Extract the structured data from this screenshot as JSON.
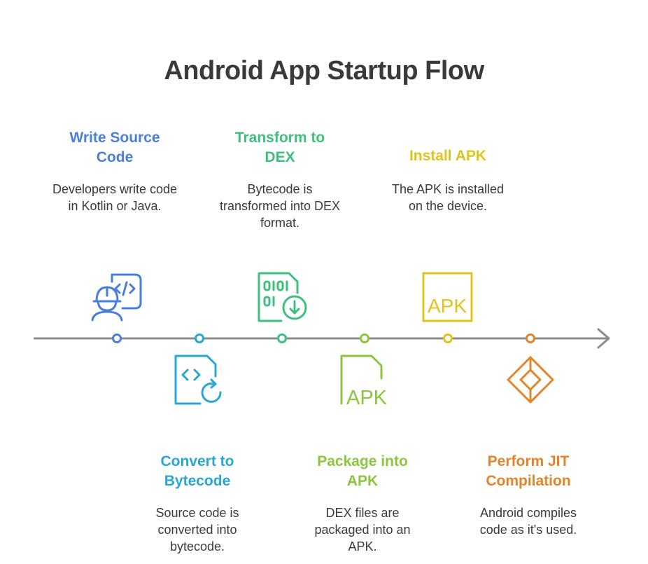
{
  "title": "Android App Startup Flow",
  "steps": [
    {
      "title": "Write Source\nCode",
      "description": "Developers write code in Kotlin or Java.",
      "color": "#4a7fd9",
      "icon": "developer-code-icon"
    },
    {
      "title": "Convert to\nBytecode",
      "description": "Source code is converted into bytecode.",
      "color": "#2aa6d4",
      "icon": "code-file-convert-icon"
    },
    {
      "title": "Transform to\nDEX",
      "description": "Bytecode is transformed into DEX format.",
      "color": "#3fbf7f",
      "icon": "binary-file-download-icon"
    },
    {
      "title": "Package into\nAPK",
      "description": "DEX files are packaged into an APK.",
      "color": "#8cc63f",
      "icon": "apk-file-icon"
    },
    {
      "title": "Install APK",
      "description": "The APK is installed on the device.",
      "color": "#e0c41c",
      "icon": "apk-box-icon"
    },
    {
      "title": "Perform JIT\nCompilation",
      "description": "Android compiles code as it's used.",
      "color": "#e2842b",
      "icon": "jit-diamond-icon"
    }
  ],
  "icon_text": {
    "apk_file": "APK",
    "apk_box": "APK"
  }
}
